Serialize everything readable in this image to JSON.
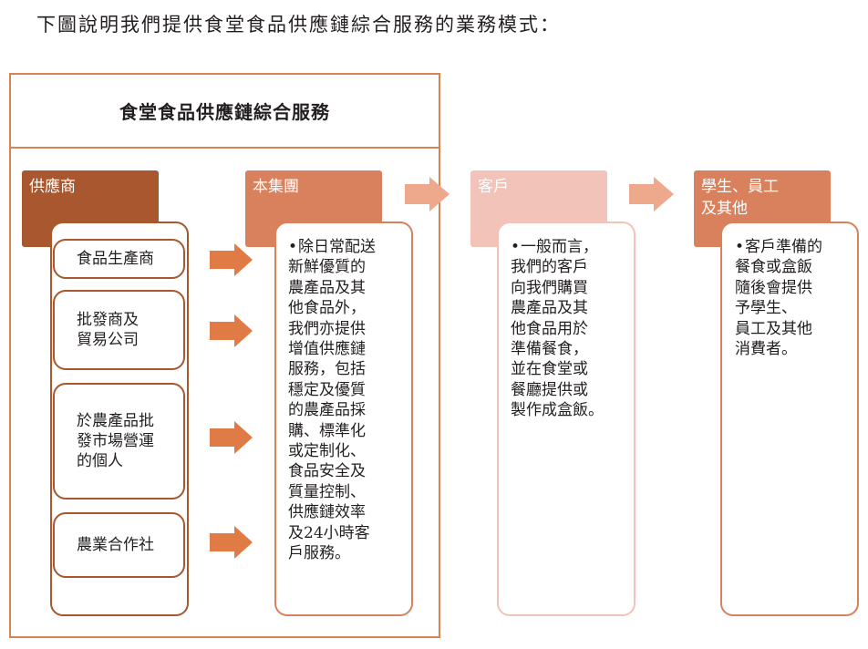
{
  "intro": "下圖說明我們提供食堂食品供應鏈綜合服務的業務模式：",
  "title": "食堂食品供應鏈綜合服務",
  "columns": {
    "supplier": "供應商",
    "group": "本集團",
    "customer": "客戶",
    "students": "學生、員工\n及其他"
  },
  "suppliers": [
    "食品生產商",
    "批發商及\n貿易公司",
    "於農產品批\n發市場營運\n的個人",
    "農業合作社"
  ],
  "group_text": "除日常配送\n新鮮優質的\n農產品及其\n他食品外，\n我們亦提供\n增值供應鏈\n服務，包括\n穩定及優質\n的農產品採\n購、標準化\n或定制化、\n食品安全及\n質量控制、\n供應鏈效率\n及24小時客\n戶服務。",
  "customer_text": "一般而言，\n我們的客戶\n向我們購買\n農產品及其\n他食品用於\n準備餐食，\n並在食堂或\n餐廳提供或\n製作成盒飯。",
  "students_text": "客戶準備的\n餐食或盒飯\n隨後會提供\n予學生、\n員工及其他\n消費者。",
  "bullet": "•",
  "colors": {
    "frame": "#d9854f",
    "supplier": "#a8572e",
    "group": "#d9805c",
    "customer": "#f2c3b8",
    "arrow": "#e07b45",
    "arrow_light": "#eea88c"
  }
}
